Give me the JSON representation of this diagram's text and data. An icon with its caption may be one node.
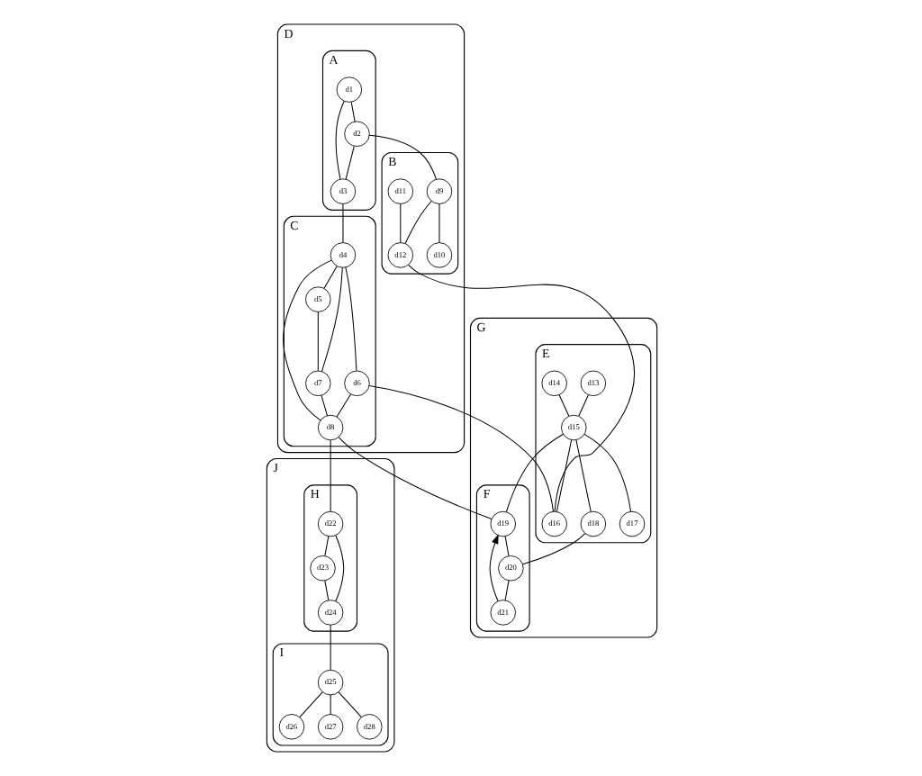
{
  "diagram": {
    "nodes": [
      {
        "text": [
          "D"
        ]
      },
      {
        "text": [
          "A"
        ],
        "in": 0
      },
      {
        "text": [
          "d1"
        ],
        "in": 1
      },
      {
        "text": [
          "d2"
        ],
        "in": 1
      },
      {
        "text": [
          "d3"
        ],
        "in": 1
      },
      {
        "text": [
          "B"
        ],
        "in": 0
      },
      {
        "text": [
          "d9"
        ],
        "in": 5
      },
      {
        "text": [
          "d10"
        ],
        "in": 5
      },
      {
        "text": [
          "d11"
        ],
        "in": 5
      },
      {
        "text": [
          "d12"
        ],
        "in": 5
      },
      {
        "text": [
          "C"
        ],
        "in": 0
      },
      {
        "text": [
          "d4"
        ],
        "in": 10
      },
      {
        "text": [
          "d5"
        ],
        "in": 10
      },
      {
        "text": [
          "d6"
        ],
        "in": 10
      },
      {
        "text": [
          "d7"
        ],
        "in": 10
      },
      {
        "text": [
          "d8"
        ],
        "in": 10
      },
      {
        "text": [
          "G"
        ]
      },
      {
        "text": [
          "E"
        ],
        "in": 16
      },
      {
        "text": [
          "d13"
        ],
        "in": 17
      },
      {
        "text": [
          "d14"
        ],
        "in": 17
      },
      {
        "text": [
          "d15"
        ],
        "in": 17
      },
      {
        "text": [
          "d16"
        ],
        "in": 17
      },
      {
        "text": [
          "d17"
        ],
        "in": 17
      },
      {
        "text": [
          "d18"
        ],
        "in": 17
      },
      {
        "text": [
          "F"
        ],
        "in": 16
      },
      {
        "text": [
          "d19"
        ],
        "in": 24
      },
      {
        "text": [
          "d20"
        ],
        "in": 24
      },
      {
        "text": [
          "d21"
        ],
        "in": 24
      },
      {
        "text": [
          "J"
        ]
      },
      {
        "text": [
          "H"
        ],
        "in": 28
      },
      {
        "text": [
          "d22"
        ],
        "in": 29
      },
      {
        "text": [
          "d23"
        ],
        "in": 29
      },
      {
        "text": [
          "d24"
        ],
        "in": 29
      },
      {
        "text": [
          "I"
        ],
        "in": 28
      },
      {
        "text": [
          "d25"
        ],
        "in": 33
      },
      {
        "text": [
          "d26"
        ],
        "in": 33
      },
      {
        "text": [
          "d27"
        ],
        "in": 33
      },
      {
        "text": [
          "d28"
        ],
        "in": 33
      }
    ],
    "edges": [
      {
        "from": 2,
        "to": 3,
        "arrow": "none"
      },
      {
        "from": 2,
        "to": 4,
        "arrow": "none"
      },
      {
        "from": 3,
        "to": 4,
        "arrow": "none"
      },
      {
        "from": 3,
        "to": 6,
        "arrow": "none"
      },
      {
        "from": 4,
        "to": 11,
        "arrow": "none"
      },
      {
        "from": 6,
        "to": 7,
        "arrow": "none"
      },
      {
        "from": 6,
        "to": 9,
        "arrow": "none"
      },
      {
        "from": 8,
        "to": 9,
        "arrow": "none"
      },
      {
        "from": 9,
        "to": 21,
        "arrow": "none"
      },
      {
        "from": 11,
        "to": 12,
        "arrow": "none"
      },
      {
        "from": 11,
        "to": 14,
        "arrow": "none"
      },
      {
        "from": 11,
        "to": 15,
        "arrow": "none"
      },
      {
        "from": 11,
        "to": 13,
        "arrow": "none"
      },
      {
        "from": 12,
        "to": 14,
        "arrow": "none"
      },
      {
        "from": 14,
        "to": 15,
        "arrow": "none"
      },
      {
        "from": 13,
        "to": 15,
        "arrow": "none"
      },
      {
        "from": 13,
        "to": 21,
        "arrow": "none"
      },
      {
        "from": 15,
        "to": 25,
        "arrow": "none"
      },
      {
        "from": 15,
        "to": 30,
        "arrow": "none"
      },
      {
        "from": 18,
        "to": 20,
        "arrow": "none"
      },
      {
        "from": 19,
        "to": 20,
        "arrow": "none"
      },
      {
        "from": 20,
        "to": 22,
        "arrow": "none"
      },
      {
        "from": 20,
        "to": 21,
        "arrow": "none"
      },
      {
        "from": 20,
        "to": 23,
        "arrow": "none"
      },
      {
        "from": 20,
        "to": 25,
        "arrow": "none"
      },
      {
        "from": 23,
        "to": 26,
        "arrow": "none"
      },
      {
        "from": 25,
        "to": 26,
        "arrow": "none"
      },
      {
        "from": 26,
        "to": 27,
        "arrow": "none"
      },
      {
        "from": 27,
        "to": 25,
        "arrow": "to"
      },
      {
        "from": 30,
        "to": 31,
        "arrow": "none"
      },
      {
        "from": 30,
        "to": 32,
        "arrow": "none"
      },
      {
        "from": 31,
        "to": 32,
        "arrow": "none"
      },
      {
        "from": 32,
        "to": 34,
        "arrow": "none"
      },
      {
        "from": 34,
        "to": 35,
        "arrow": "none"
      },
      {
        "from": 34,
        "to": 36,
        "arrow": "none"
      },
      {
        "from": 34,
        "to": 37,
        "arrow": "none"
      }
    ]
  }
}
